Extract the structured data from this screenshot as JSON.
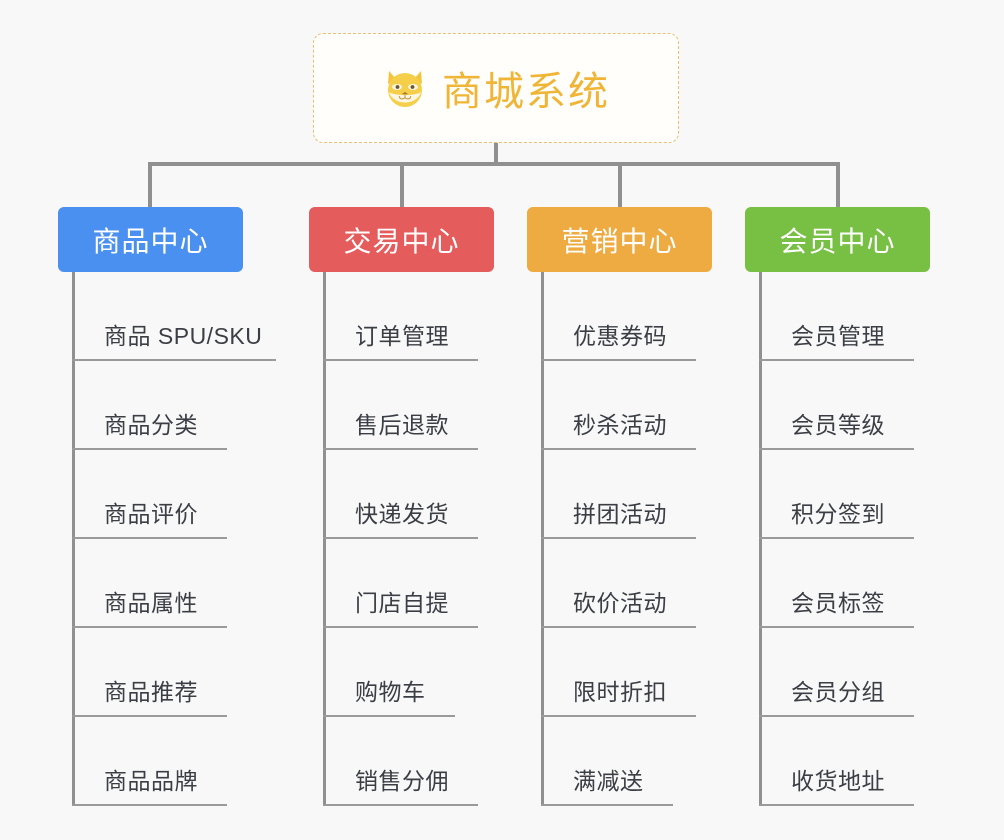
{
  "background_color": "#f8f8f8",
  "root": {
    "icon": "shiba-dog-face-emoji",
    "icon_glyph": "🐶",
    "title": "商城系统",
    "title_color": "#f0b537",
    "border_color": "#e8bf73"
  },
  "connector_color": "#909090",
  "columns": [
    {
      "id": "product-center",
      "title": "商品中心",
      "color": "#4a90f0",
      "items": [
        "商品 SPU/SKU",
        "商品分类",
        "商品评价",
        "商品属性",
        "商品推荐",
        "商品品牌"
      ]
    },
    {
      "id": "trade-center",
      "title": "交易中心",
      "color": "#e45c5c",
      "items": [
        "订单管理",
        "售后退款",
        "快递发货",
        "门店自提",
        "购物车",
        "销售分佣"
      ]
    },
    {
      "id": "marketing-center",
      "title": "营销中心",
      "color": "#eeab42",
      "items": [
        "优惠券码",
        "秒杀活动",
        "拼团活动",
        "砍价活动",
        "限时折扣",
        "满减送"
      ]
    },
    {
      "id": "member-center",
      "title": "会员中心",
      "color": "#77c043",
      "items": [
        "会员管理",
        "会员等级",
        "积分签到",
        "会员标签",
        "会员分组",
        "收货地址"
      ]
    }
  ]
}
